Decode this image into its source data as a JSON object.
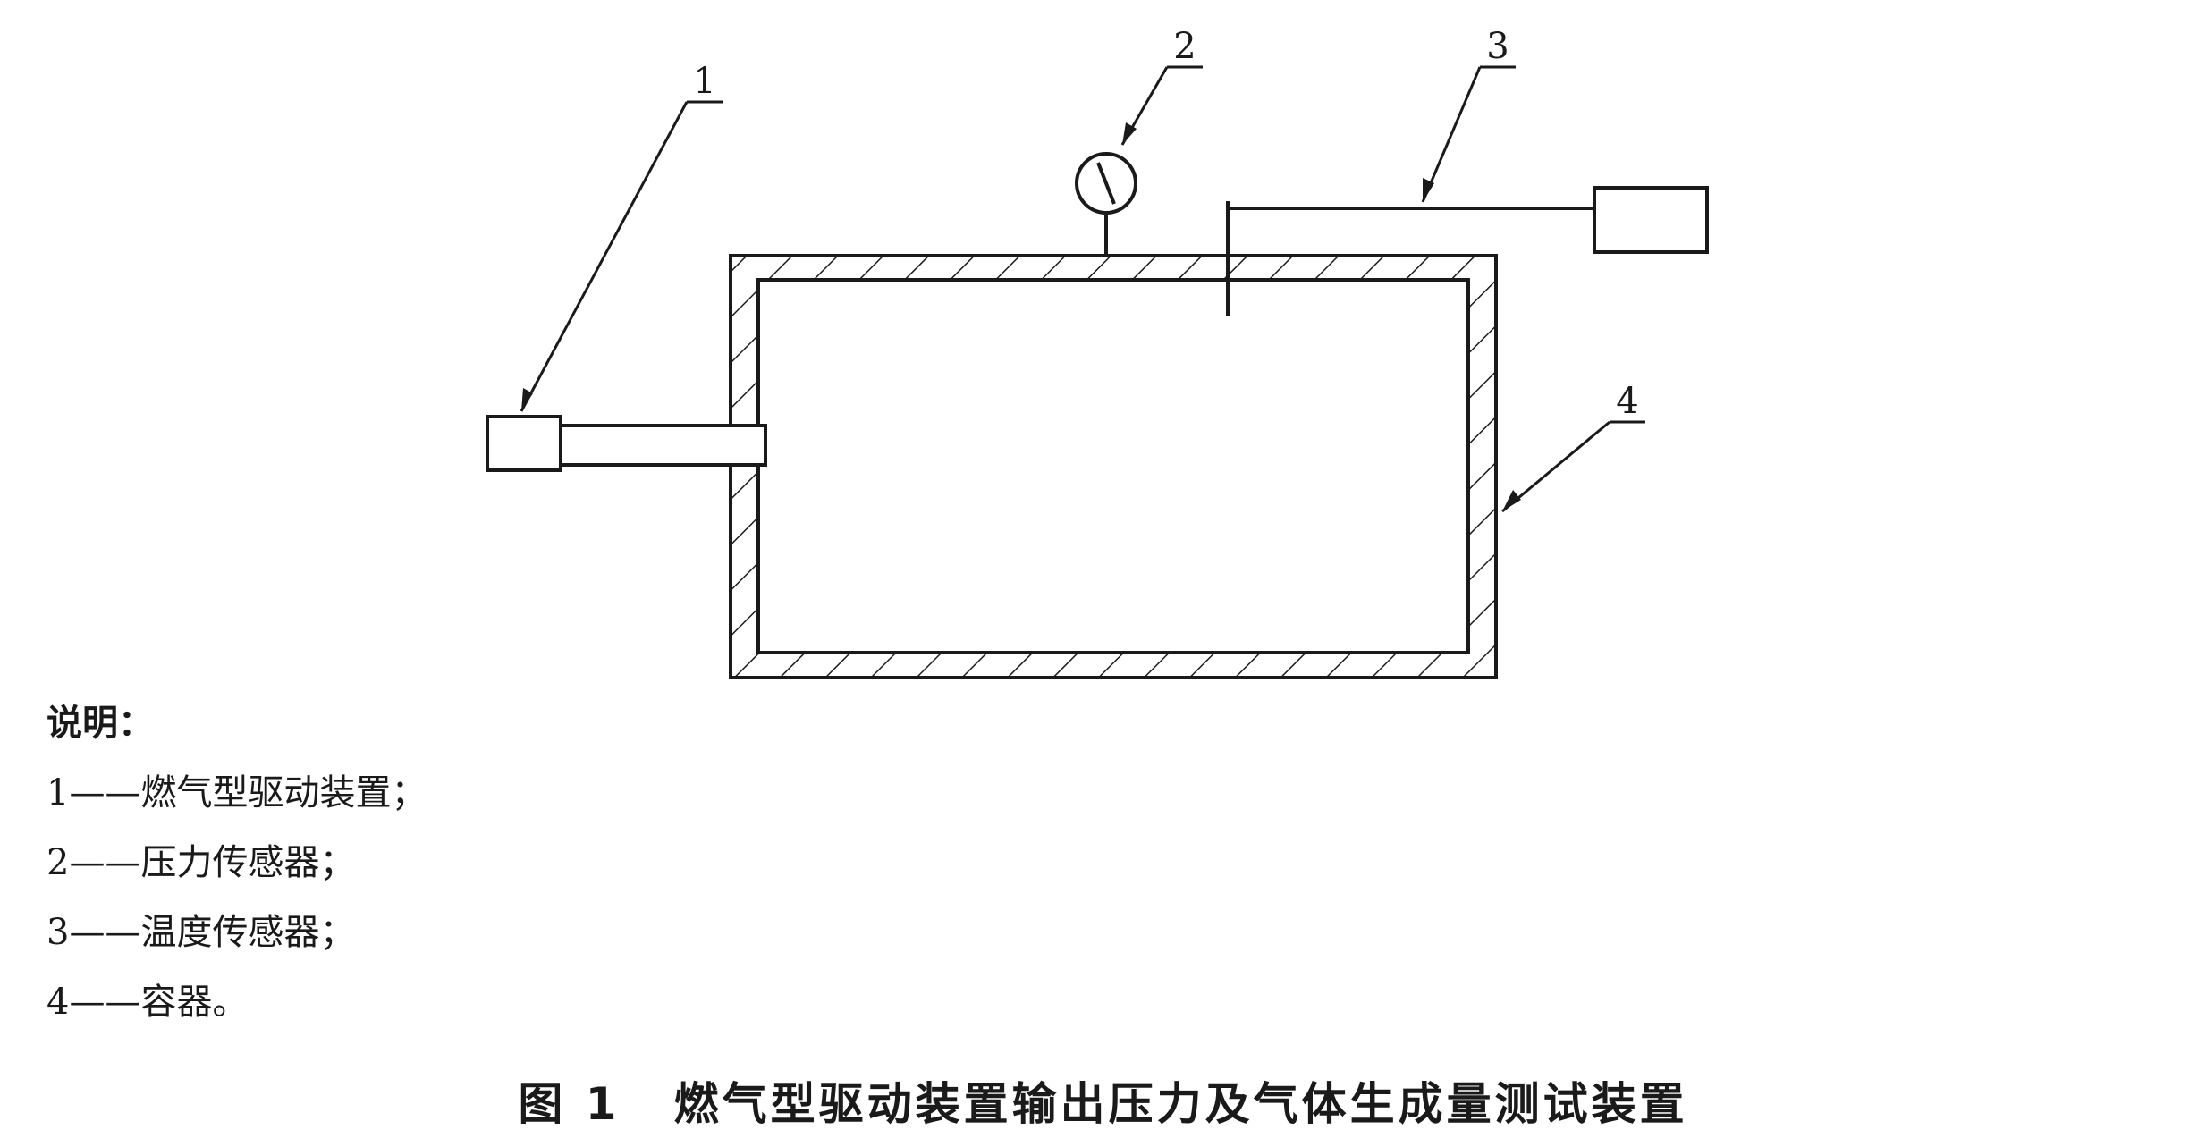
{
  "callouts": {
    "c1": "1",
    "c2": "2",
    "c3": "3",
    "c4": "4"
  },
  "legend": {
    "heading": "说明：",
    "items": [
      "1——燃气型驱动装置；",
      "2——压力传感器；",
      "3——温度传感器；",
      "4——容器。"
    ]
  },
  "caption": {
    "figure_number": "图 1",
    "title": "燃气型驱动装置输出压力及气体生成量测试装置"
  }
}
